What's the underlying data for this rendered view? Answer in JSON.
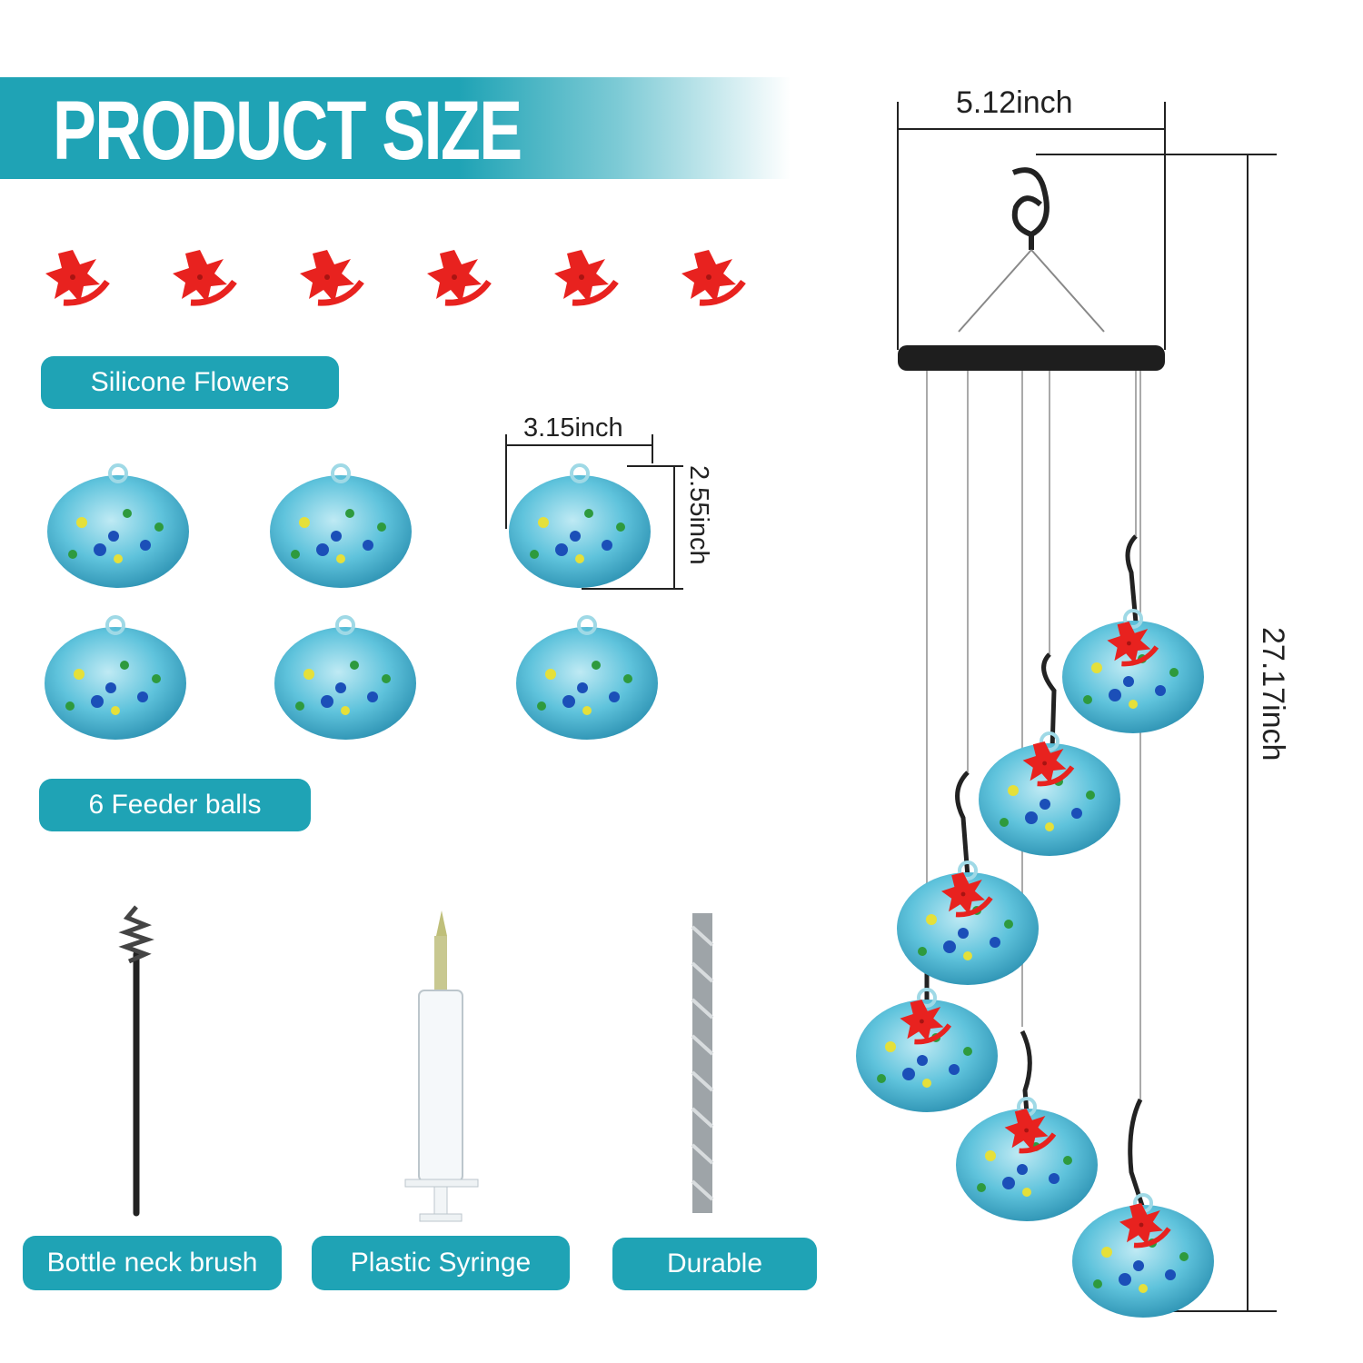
{
  "header": {
    "title": "PRODUCT SIZE"
  },
  "labels": {
    "silicone_flowers": "Silicone Flowers",
    "feeder_balls": "6 Feeder balls",
    "brush": "Bottle neck brush",
    "syringe": "Plastic Syringe",
    "durable": "Durable"
  },
  "dimensions": {
    "ball_width": "3.15inch",
    "ball_height": "2.55inch",
    "top_width": "5.12inch",
    "total_length": "27.17inch"
  },
  "colors": {
    "accent": "#1fa3b5",
    "flower": "#e8221f",
    "glass": "#5fc3dc"
  },
  "counts": {
    "flowers": 6,
    "feeder_balls": 6
  }
}
